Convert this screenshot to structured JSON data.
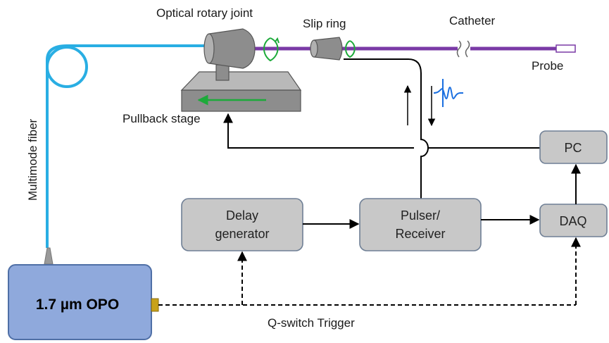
{
  "labels": {
    "rotary_joint": "Optical rotary joint",
    "slip_ring": "Slip ring",
    "catheter": "Catheter",
    "probe": "Probe",
    "pullback_stage": "Pullback stage",
    "multimode_fiber": "Multimode fiber",
    "qswitch": "Q-switch Trigger"
  },
  "boxes": {
    "opo": "1.7 µm OPO",
    "delay_line1": "Delay",
    "delay_line2": "generator",
    "pulser_line1": "Pulser/",
    "pulser_line2": "Receiver",
    "daq": "DAQ",
    "pc": "PC"
  },
  "colors": {
    "fiber": "#29aee3",
    "catheter": "#7a3aa6",
    "opo_fill": "#8fa9dc",
    "box_fill": "#c8c8c8",
    "box_stroke": "#6f7f95",
    "green_arrow": "#1daa3a",
    "signal": "#1a6fe0"
  }
}
